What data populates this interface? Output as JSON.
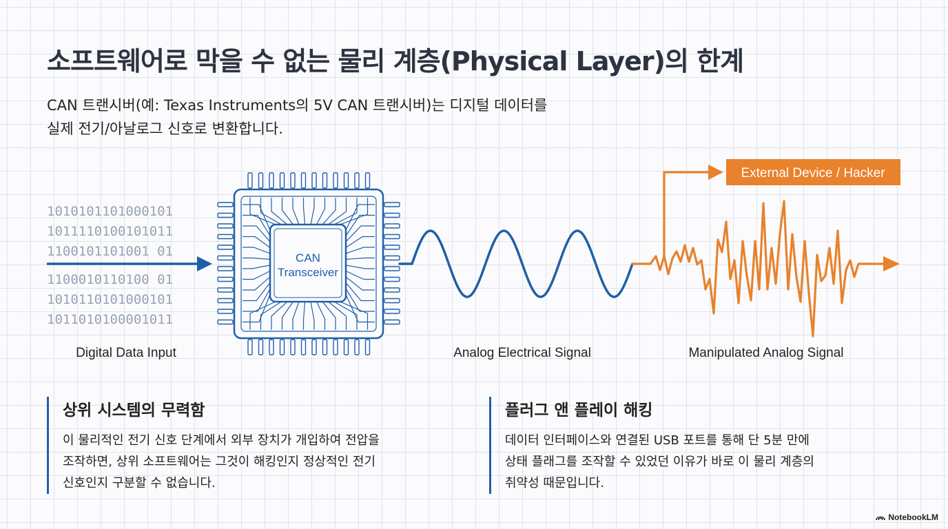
{
  "title": "소프트웨어로 막을 수 없는 물리 계층(Physical Layer)의 한계",
  "intro": {
    "line1": "CAN 트랜시버(예: Texas Instruments의 5V CAN 트랜시버)는 디지털 데이터를",
    "line2": "실제 전기/아날로그 신호로 변환합니다."
  },
  "diagram": {
    "binary_rows": [
      "1010101101000101",
      "1011110100101011",
      "1100101101001 01",
      "1100010110100 01",
      "1010110101000101",
      "1011010100001011"
    ],
    "chip_label_line1": "CAN",
    "chip_label_line2": "Transceiver",
    "hacker_label": "External Device / Hacker",
    "labels": {
      "digital": "Digital Data Input",
      "analog": "Analog Electrical Signal",
      "manipulated": "Manipulated Analog Signal"
    },
    "colors": {
      "blue": "#1f5fa8",
      "orange": "#e8822c",
      "binary": "#97a2b3"
    }
  },
  "sections": {
    "left": {
      "heading": "상위 시스템의 무력함",
      "line1": "이 물리적인 전기 신호 단계에서 외부 장치가 개입하여 전압을",
      "line2": "조작하면, 상위 소프트웨어는 그것이 해킹인지 정상적인 전기",
      "line3": "신호인지 구분할 수 없습니다."
    },
    "right": {
      "heading": "플러그 앤 플레이 해킹",
      "line1": "데이터 인터페이스와 연결된 USB 포트를 통해 단 5분 만에",
      "line2": "상태 플래그를 조작할 수 있었던 이유가 바로 이 물리 계층의",
      "line3": "취약성 때문입니다."
    }
  },
  "brand": "NotebookLM"
}
